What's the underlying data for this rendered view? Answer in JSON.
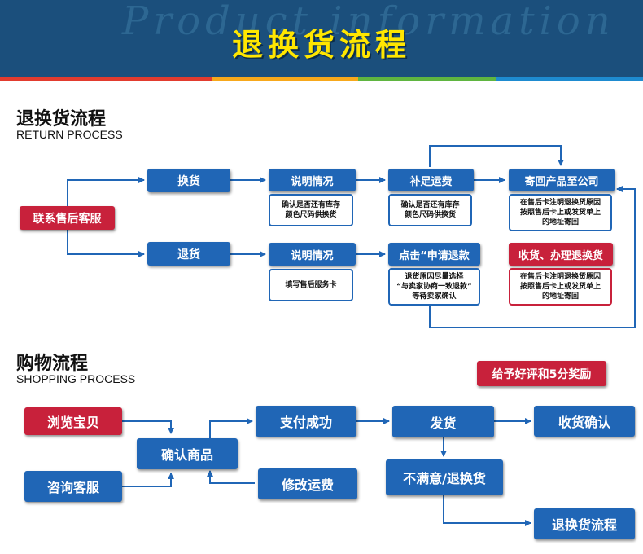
{
  "banner": {
    "bg_text": "Product information",
    "title": "退换货流程"
  },
  "return_section": {
    "title": "退换货流程",
    "subtitle": "RETURN PROCESS",
    "contact": "联系售后客服",
    "exchange": "换货",
    "refund": "退货",
    "explain_1": "说明情况",
    "explain_2": "说明情况",
    "top_note_1": "确认是否还有库存\n颜色尺码供换货",
    "top_note_2": "确认是否还有库存\n颜色尺码供换货",
    "bottom_note_1": "填写售后服务卡",
    "pay_freight": "补足运费",
    "apply_refund": "点击“申请退款",
    "apply_note": "退货原因尽量选择\n“与卖家协商一致退款”\n等待卖家确认",
    "ship_back": "寄回产品至公司",
    "ship_note": "在售后卡注明退换货原因\n按照售后卡上或发货单上\n的地址寄回",
    "receive": "收货、办理退换货",
    "receive_note": "在售后卡注明退换货原因\n按照售后卡上或发货单上\n的地址寄回"
  },
  "shopping_section": {
    "title": "购物流程",
    "subtitle": "SHOPPING PROCESS",
    "reward": "给予好评和5分奖励",
    "browse": "浏览宝贝",
    "consult": "咨询客服",
    "confirm_item": "确认商品",
    "pay_success": "支付成功",
    "modify_freight": "修改运费",
    "ship": "发货",
    "confirm_receipt": "收货确认",
    "unsatisfied": "不满意/退换货",
    "return_flow": "退换货流程"
  },
  "colors": {
    "banner": "#1b4f7c",
    "blue_box": "#2066b6",
    "red_box": "#c8213b",
    "title_yellow": "#ffe600",
    "stripe": [
      "#e23b2e",
      "#f7a81b",
      "#5fb540",
      "#1e8bd0"
    ]
  }
}
